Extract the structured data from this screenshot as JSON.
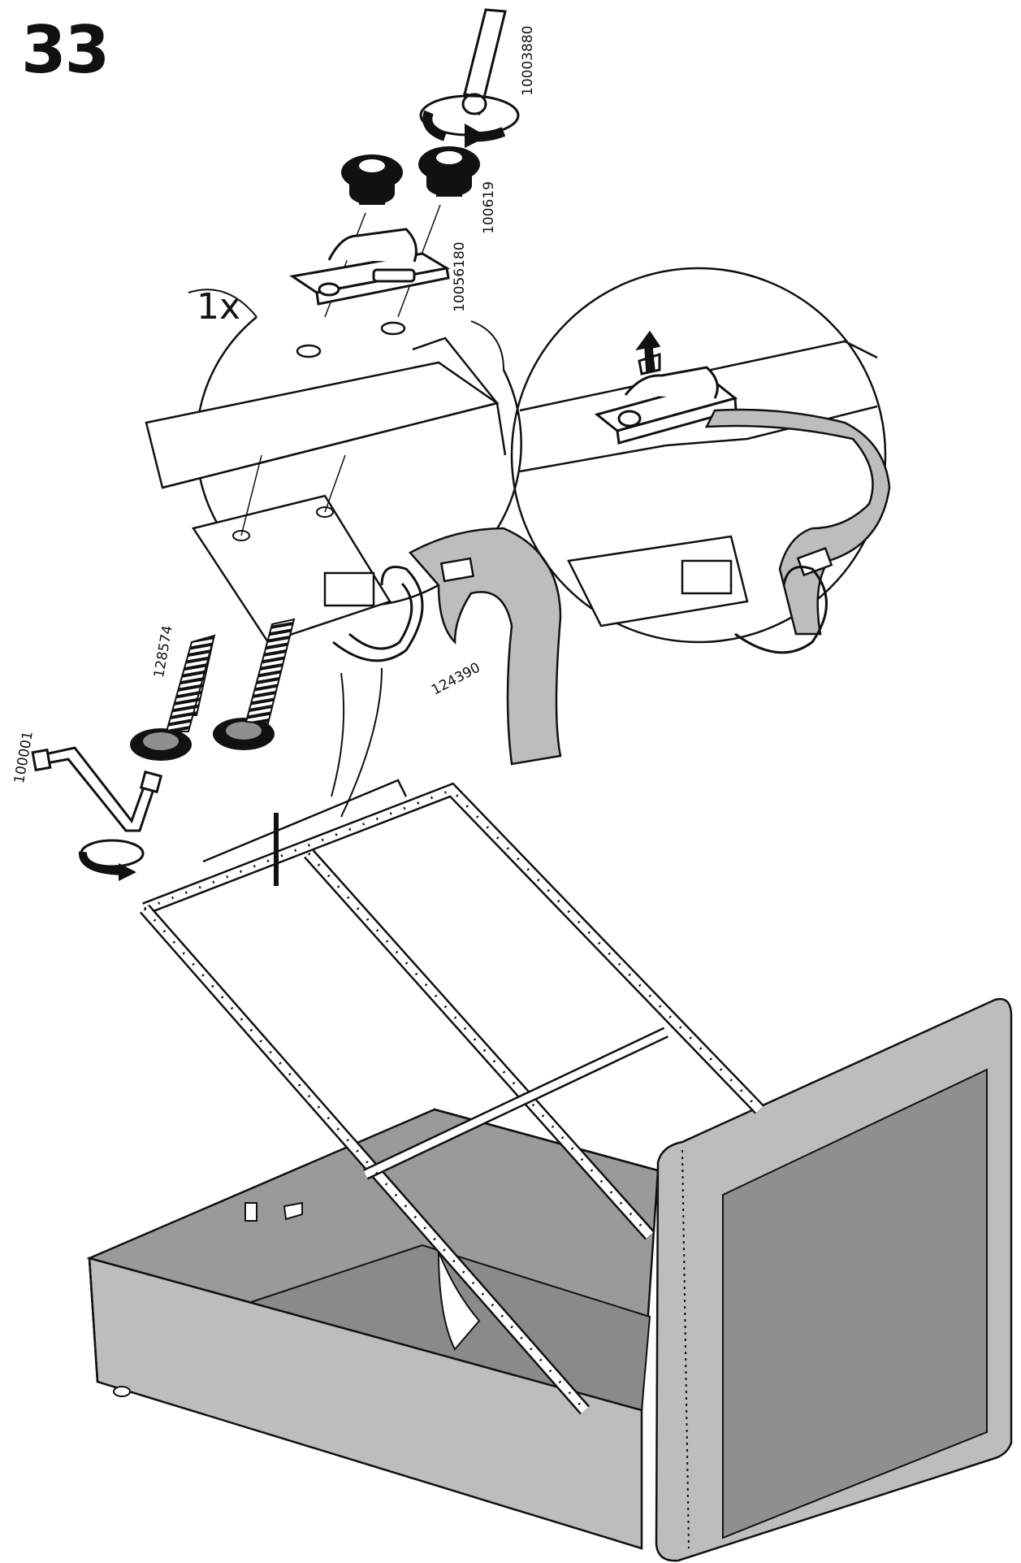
{
  "step": {
    "number": "33",
    "quantity": "1x"
  },
  "parts": {
    "screwdriver": "10003880",
    "cap_screw": "100619",
    "buckle_bracket": "10056180",
    "bolt": "128574",
    "strap_hook": "124390",
    "allen_key": "100001"
  },
  "icons": [
    "screwdriver-icon",
    "rotation-arrow-icon",
    "cap-screw-icon",
    "buckle-bracket-icon",
    "bolt-icon",
    "allen-key-icon",
    "strap-hook-icon",
    "strap-icon",
    "bed-frame-icon"
  ],
  "colors": {
    "ink": "#111111",
    "fabric": "#bdbdbd",
    "fabric_dark": "#8f8f8f",
    "panel": "#9a9a9a",
    "paper": "#ffffff"
  }
}
